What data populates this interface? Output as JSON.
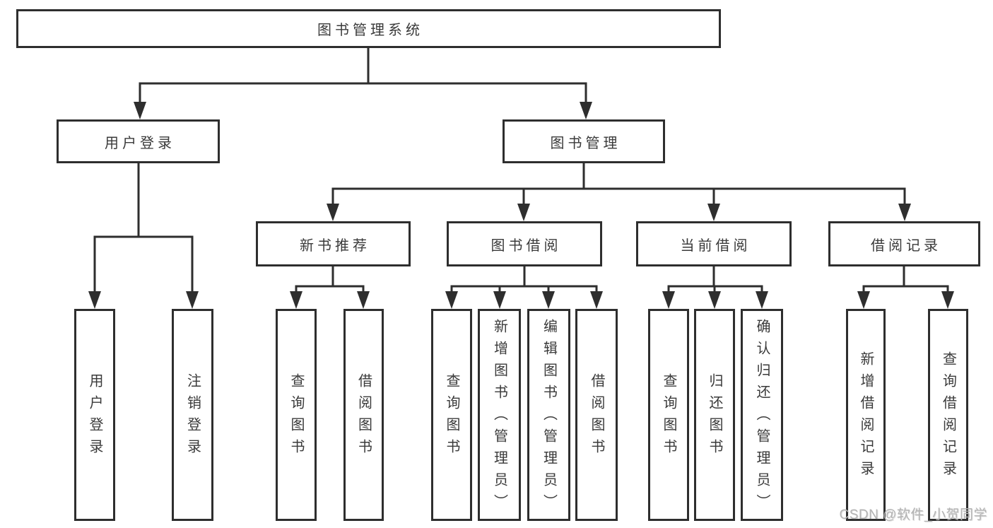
{
  "diagram": {
    "root": {
      "label": "图书管理系统"
    },
    "level2": [
      {
        "id": "user-login",
        "label": "用户登录"
      },
      {
        "id": "book-mgmt",
        "label": "图书管理"
      }
    ],
    "level3": [
      {
        "id": "new-book-recommend",
        "label": "新书推荐"
      },
      {
        "id": "book-borrow",
        "label": "图书借阅"
      },
      {
        "id": "current-borrow",
        "label": "当前借阅"
      },
      {
        "id": "borrow-record",
        "label": "借阅记录"
      }
    ],
    "leaves": {
      "user_login": [
        "用户登录",
        "注销登录"
      ],
      "new_book_recommend": [
        "查询图书",
        "借阅图书"
      ],
      "book_borrow": [
        "查询图书",
        "新增图书（管理员）",
        "编辑图书（管理员）",
        "借阅图书"
      ],
      "current_borrow": [
        "查询图书",
        "归还图书",
        "确认归还（管理员）"
      ],
      "borrow_record": [
        "新增借阅记录",
        "查询借阅记录"
      ]
    }
  },
  "watermark": "CSDN @软件_小贺同学",
  "colors": {
    "line": "#2e2e2e",
    "text": "#3a3a3a",
    "watermark": "#b4b4b4",
    "background": "#ffffff"
  }
}
